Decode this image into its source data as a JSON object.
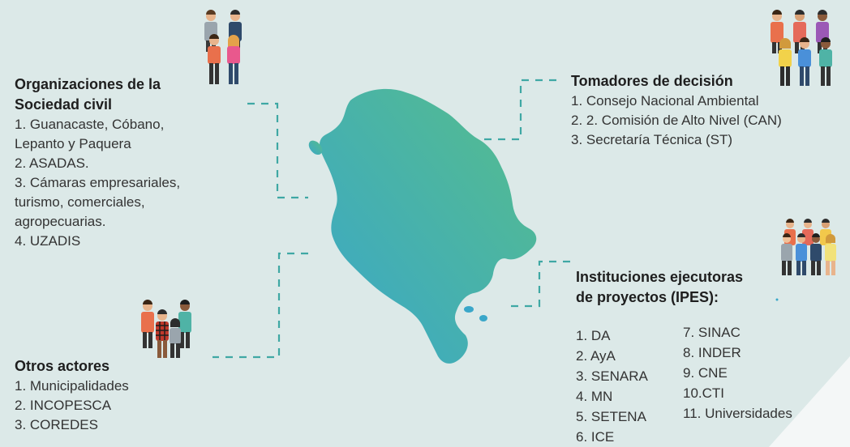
{
  "colors": {
    "background": "#dce9e8",
    "connector": "#3fa8a4",
    "map_gradient_start": "#3aa7c9",
    "map_gradient_end": "#56bd8b"
  },
  "icons": {
    "map": "peninsula-map",
    "groups": "people-group-icon"
  },
  "sociedad_civil": {
    "heading_line1": "Organizaciones de la",
    "heading_line2": "Sociedad civil",
    "lines": [
      "1. Guanacaste, Cóbano,",
      "Lepanto y Paquera",
      "2. ASADAS.",
      "3. Cámaras empresariales,",
      "turismo, comerciales,",
      "agropecuarias.",
      "4. UZADIS"
    ]
  },
  "tomadores": {
    "heading": "Tomadores de decisión",
    "items": [
      "1. Consejo Nacional Ambiental",
      "2. 2. Comisión de Alto Nivel (CAN)",
      "3. Secretaría Técnica (ST)"
    ]
  },
  "ipes": {
    "heading_line1": "Instituciones ejecutoras",
    "heading_line2": "de proyectos (IPES):",
    "col1": [
      "1. DA",
      "2. AyA",
      "3. SENARA",
      "4. MN",
      "5. SETENA",
      "6. ICE"
    ],
    "col2": [
      "7. SINAC",
      "8. INDER",
      "9. CNE",
      "10.CTI",
      "11. Universidades"
    ]
  },
  "otros": {
    "heading": "Otros actores",
    "items": [
      "1. Municipalidades",
      "2. INCOPESCA",
      "3. COREDES"
    ]
  }
}
